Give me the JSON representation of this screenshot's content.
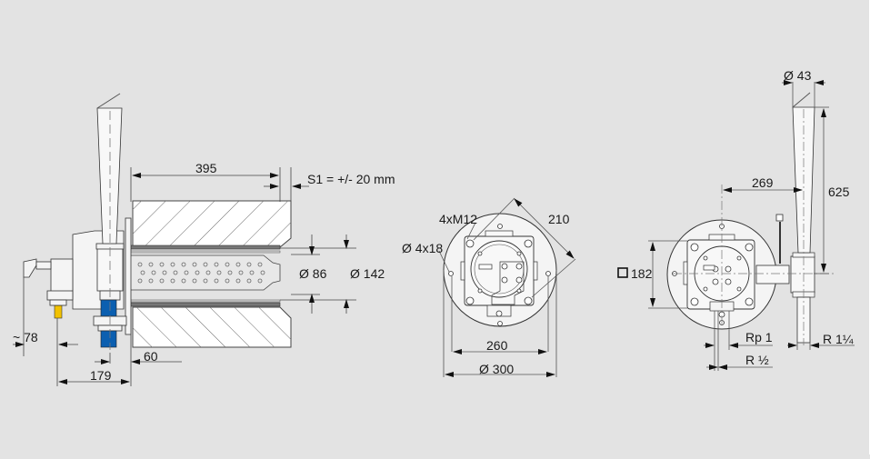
{
  "drawing": {
    "background_color": "#e3e3e3",
    "line_color": "#3a3a3a",
    "dim_line_color": "#555555",
    "hatch_color": "#6a6a6a",
    "gas_pipe_color": "#0b5fb0",
    "cable_color": "#f2c200",
    "views": [
      {
        "name": "side-section",
        "dimensions": {
          "d395": "395",
          "s1": "S1 = +/- 20 mm",
          "d86": "Ø 86",
          "d142": "Ø 142",
          "d78": "~ 78",
          "d60": "60",
          "d179": "179"
        }
      },
      {
        "name": "front-flange",
        "dimensions": {
          "thread": "4xM12",
          "holes": "Ø 4x18",
          "d210": "210",
          "d260": "260",
          "d300": "Ø 300"
        }
      },
      {
        "name": "rear-view",
        "dimensions": {
          "d43": "Ø 43",
          "d269": "269",
          "d625": "625",
          "sq182": "182",
          "rp1": "Rp 1",
          "r_half": "R ½",
          "r_1quarter": "R 1¼"
        }
      }
    ]
  }
}
